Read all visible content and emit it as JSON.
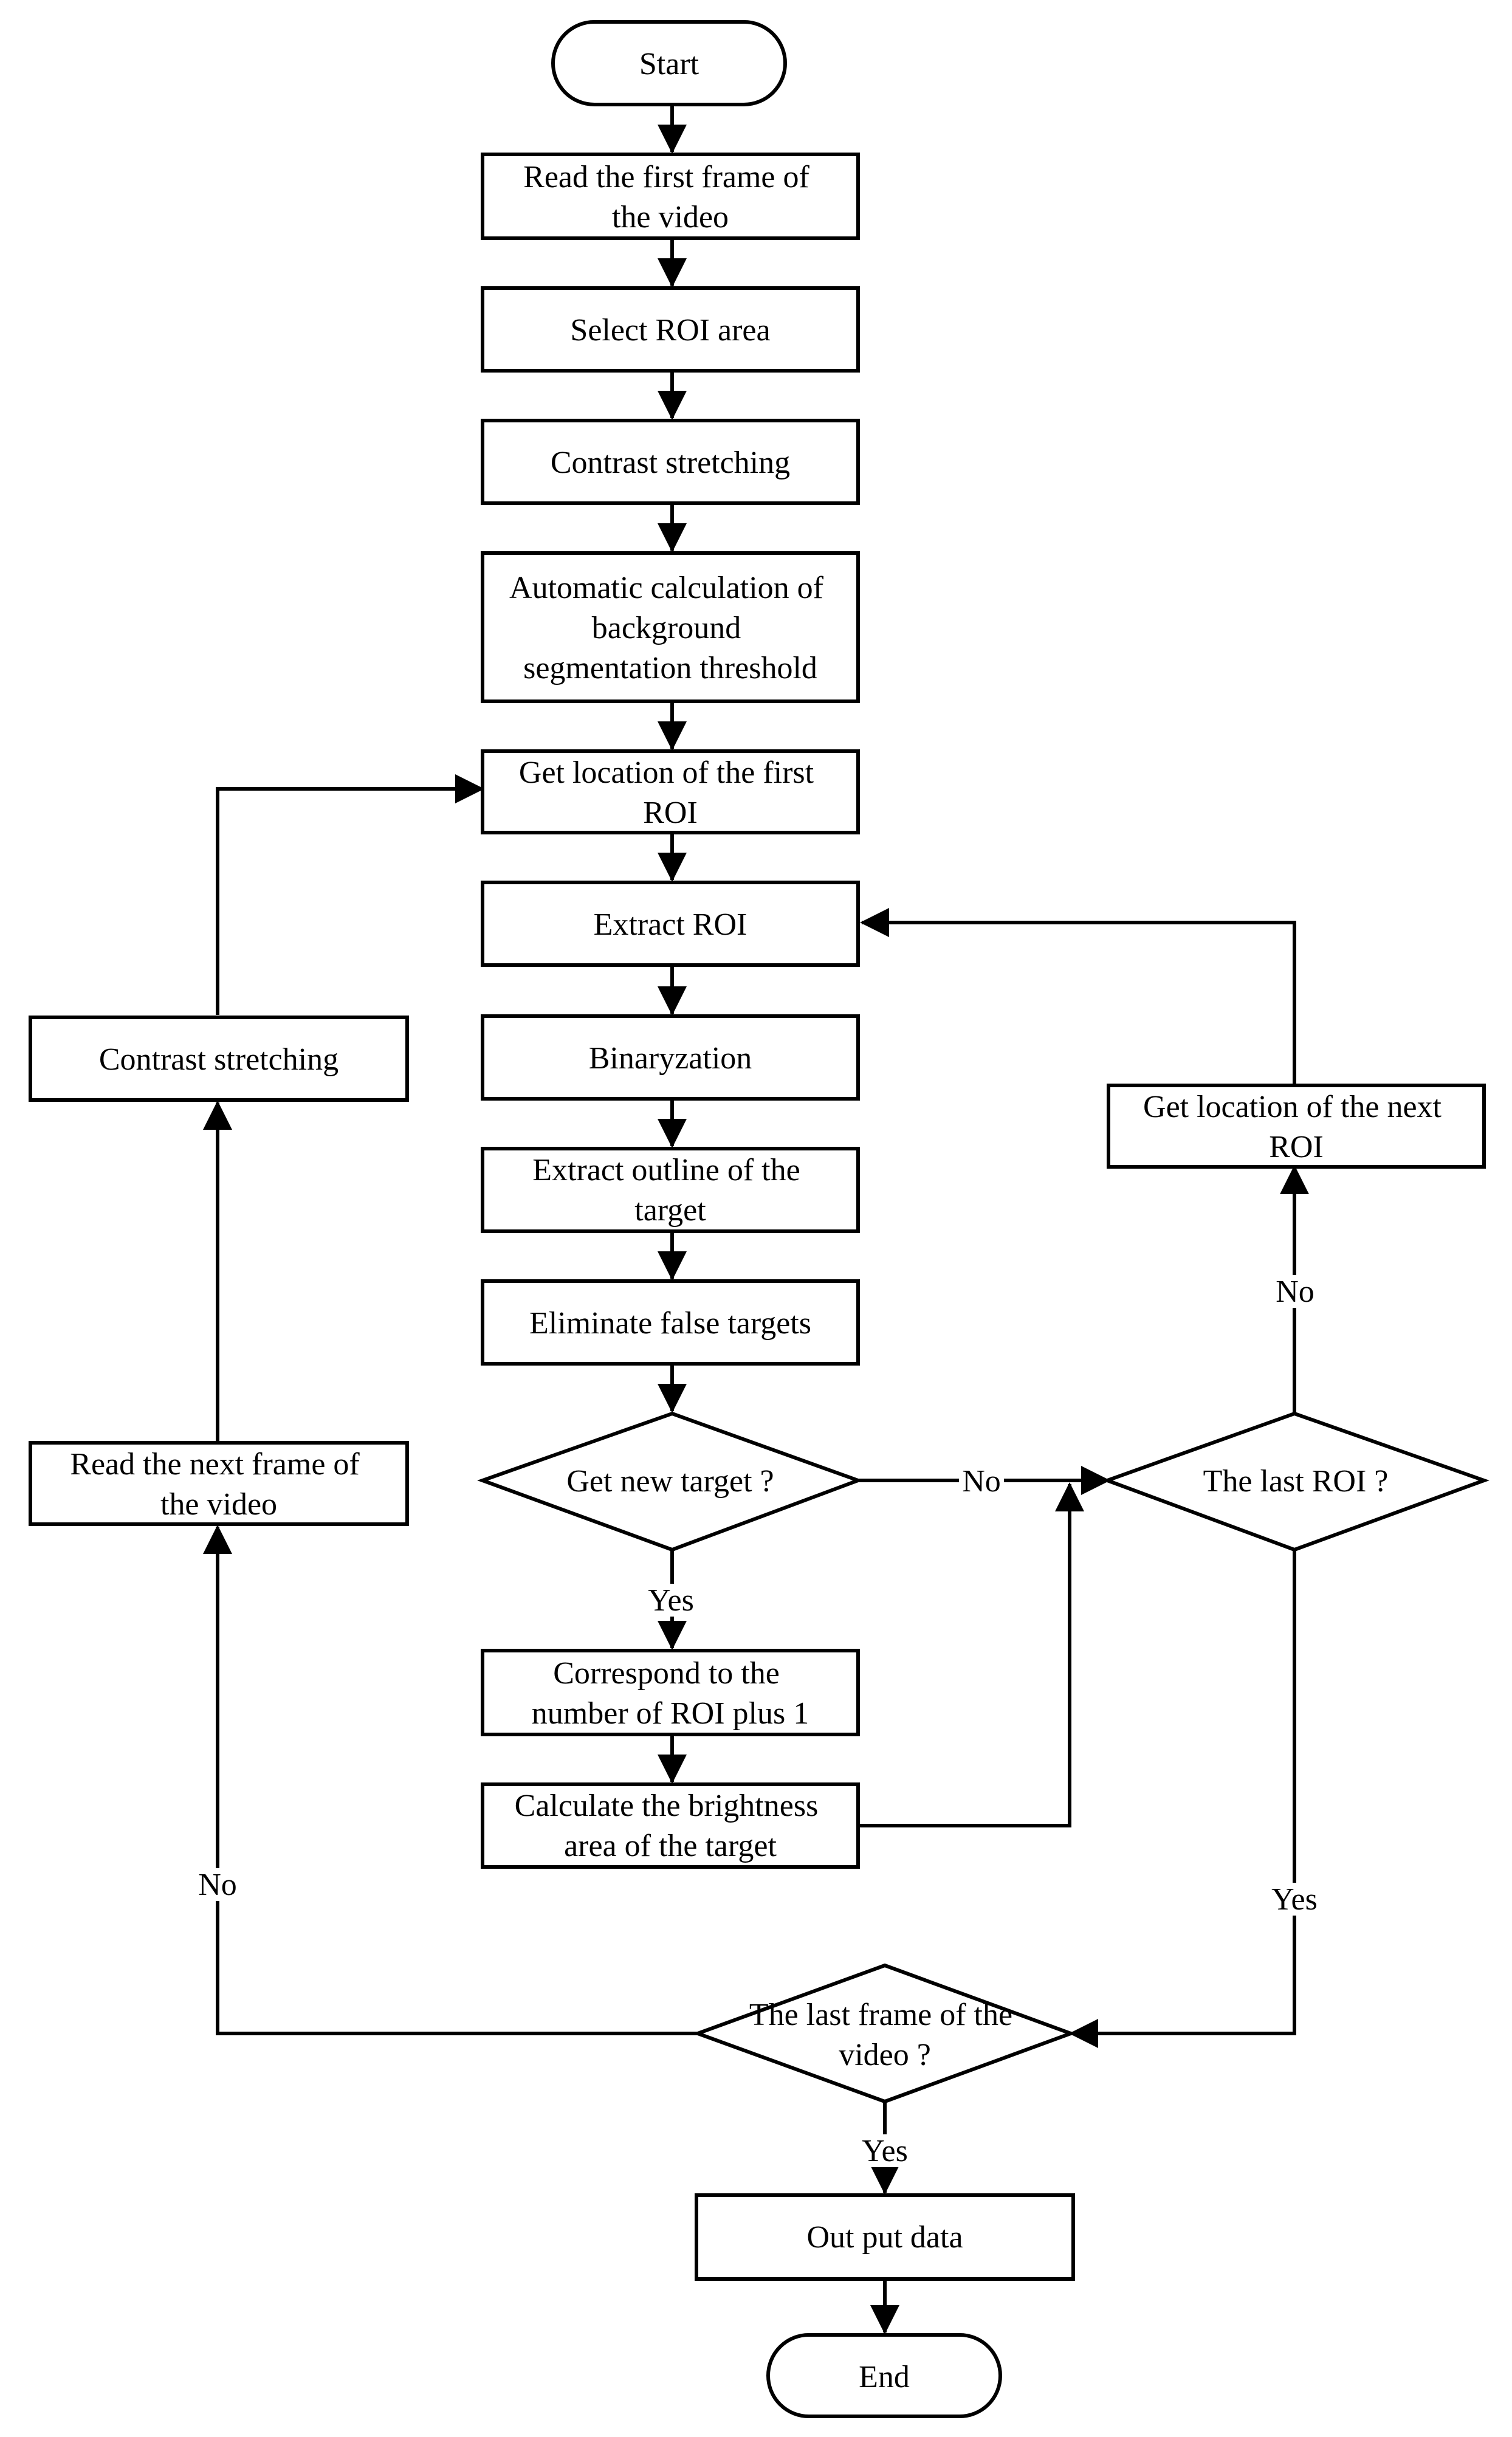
{
  "nodes": {
    "start": "Start",
    "read_first_frame": [
      "Read the first frame of",
      "the video"
    ],
    "select_roi": "Select ROI area",
    "contrast_stretching_main": "Contrast stretching",
    "auto_threshold": [
      "Automatic calculation of",
      "background",
      "segmentation threshold"
    ],
    "get_first_roi": [
      "Get location of the first",
      "ROI"
    ],
    "extract_roi": "Extract ROI",
    "binaryzation": "Binaryzation",
    "extract_outline": [
      "Extract outline of the",
      "target"
    ],
    "eliminate_false": "Eliminate false targets",
    "get_new_target": "Get new target ?",
    "correspond_roi": [
      "Correspond to the",
      "number of ROI plus 1"
    ],
    "calc_brightness": [
      "Calculate the brightness",
      "area of the target"
    ],
    "last_roi": "The last ROI ?",
    "get_next_roi": [
      "Get location of the next",
      "ROI"
    ],
    "last_frame": [
      "The last frame of the",
      "video ?"
    ],
    "output_data": "Out put data",
    "end": "End",
    "contrast_stretching_loop": "Contrast stretching",
    "read_next_frame": [
      "Read the next frame of",
      "the video"
    ]
  },
  "edge_labels": {
    "new_target_no": "No",
    "new_target_yes": "Yes",
    "last_roi_no": "No",
    "last_roi_yes": "Yes",
    "last_frame_no": "No",
    "last_frame_yes": "Yes"
  }
}
